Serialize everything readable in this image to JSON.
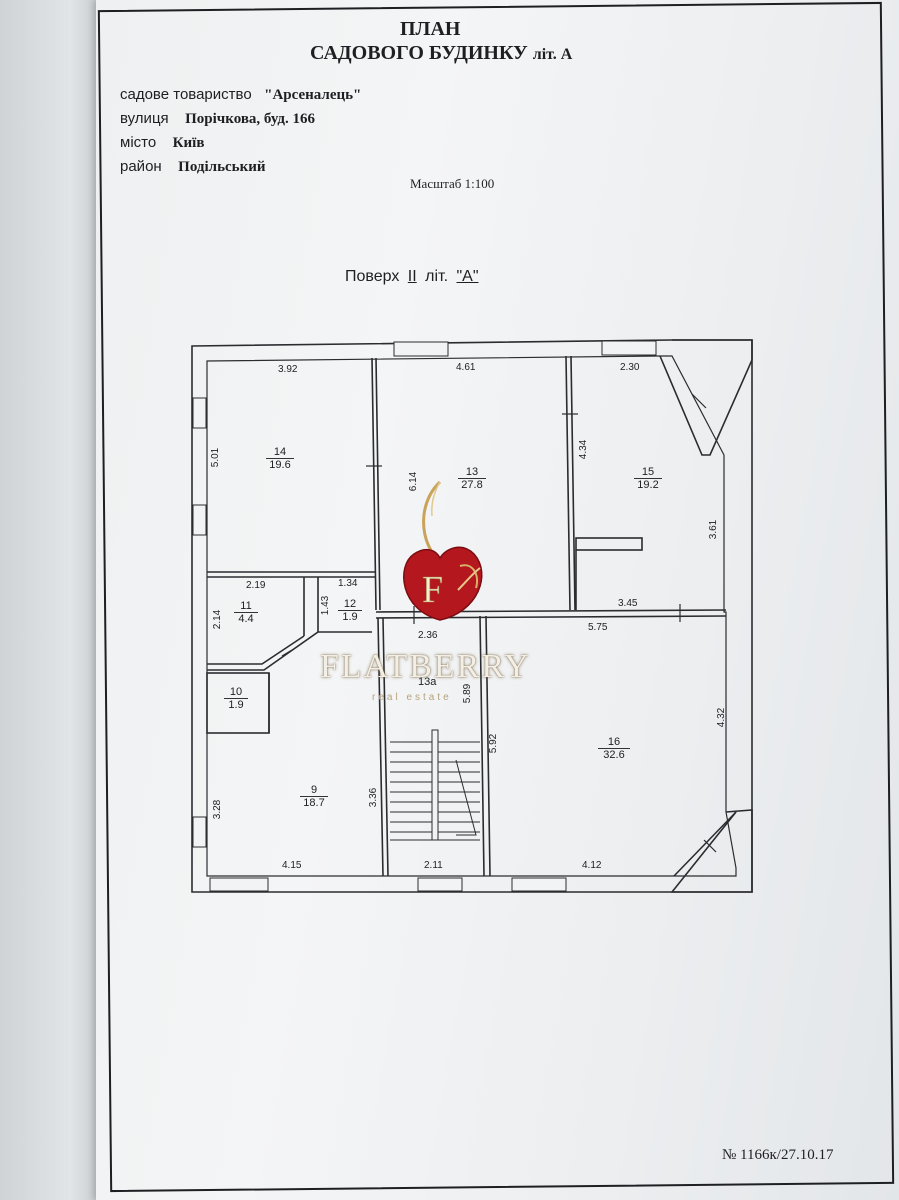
{
  "header": {
    "title_line1": "ПЛАН",
    "title_line2": "САДОВОГО  БУДИНКУ",
    "title_suffix": "літ. А"
  },
  "address": [
    {
      "label": "садове товариство",
      "value": "\"Арсеналець\""
    },
    {
      "label": "вулиця",
      "value": "Порічкова, буд. 166"
    },
    {
      "label": "місто",
      "value": "Київ"
    },
    {
      "label": "район",
      "value": "Подільський"
    }
  ],
  "scale": "Масштаб 1:100",
  "floor": {
    "prefix": "Поверх",
    "number": "II",
    "mid": "літ.",
    "letter": "\"А\""
  },
  "rooms": [
    {
      "num": "14",
      "area": "19.6"
    },
    {
      "num": "13",
      "area": "27.8"
    },
    {
      "num": "15",
      "area": "19.2"
    },
    {
      "num": "11",
      "area": "4.4"
    },
    {
      "num": "12",
      "area": "1.9"
    },
    {
      "num": "10",
      "area": "1.9"
    },
    {
      "num": "9",
      "area": "18.7"
    },
    {
      "num": "13а",
      "area": ""
    },
    {
      "num": "16",
      "area": "32.6"
    }
  ],
  "dimensions": [
    "3.92",
    "4.61",
    "2.30",
    "5.01",
    "6.14",
    "4.34",
    "3.61",
    "2.19",
    "1.34",
    "2.14",
    "1.43",
    "3.45",
    "2.36",
    "5.75",
    "5.89",
    "5.92",
    "4.32",
    "3.28",
    "3.36",
    "4.15",
    "2.11",
    "4.12"
  ],
  "watermark": {
    "brand": "FLATBERRY",
    "sub": "real estate",
    "initial": "F"
  },
  "document_number": "№ 1166к/27.10.17",
  "colors": {
    "logo_red": "#b5171f",
    "logo_gold": "#c9a35a",
    "ink": "#1d1f22"
  }
}
